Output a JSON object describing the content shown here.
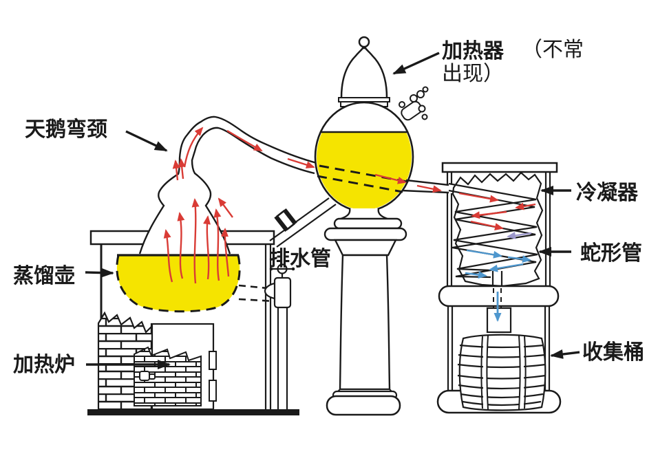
{
  "labels": {
    "heater": {
      "name": "加热器",
      "note_line1": "（不常",
      "note_line2": "出现）"
    },
    "swan_neck": "天鹅弯颈",
    "still_pot": "蒸馏壶",
    "furnace": "加热炉",
    "drain_pipe": "排水管",
    "condenser": "冷凝器",
    "serpentine_coil": "蛇形管",
    "collection_barrel": "收集桶"
  },
  "colors": {
    "liquid_yellow": "#F5E400",
    "hot_vapor_red": "#D93B35",
    "cooling_purple": "#9B97CB",
    "condensate_blue": "#4E97CE",
    "outline_black": "#1A1A1A"
  }
}
